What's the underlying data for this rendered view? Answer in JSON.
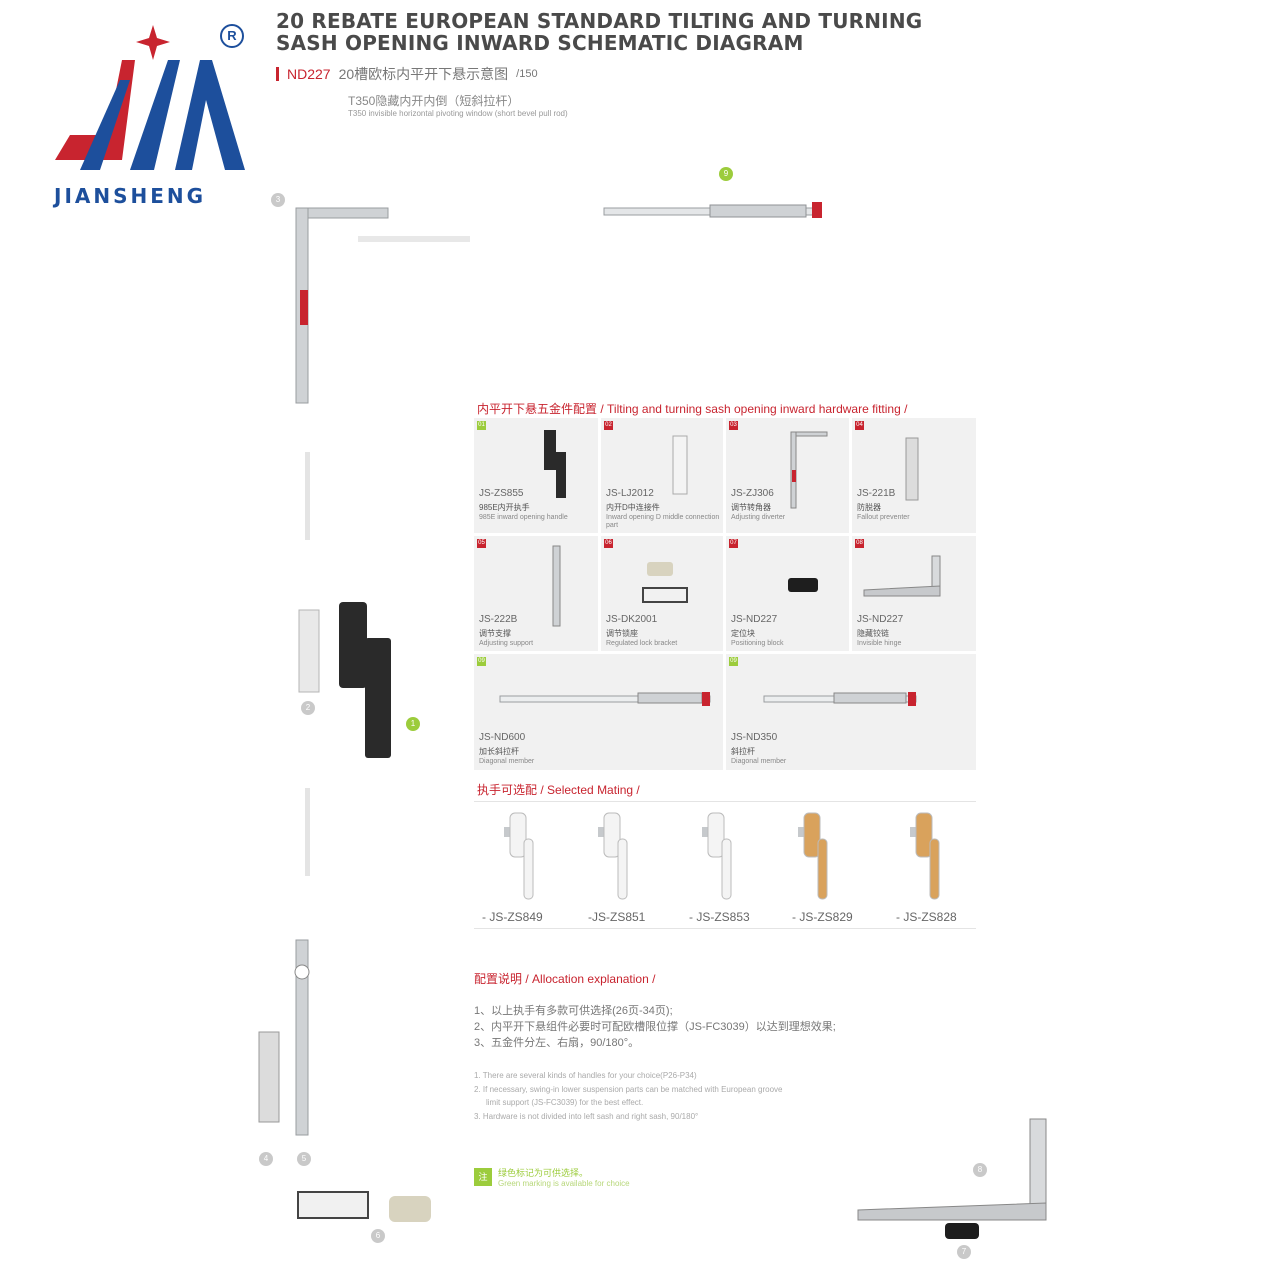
{
  "brand": {
    "name": "JIANSHENG",
    "registered": "R"
  },
  "title_line1": "20 REBATE EUROPEAN STANDARD TILTING AND TURNING",
  "title_line2": "SASH OPENING INWARD SCHEMATIC DIAGRAM",
  "code": "ND227",
  "code_desc_cn": "20槽欧标内平开下悬示意图",
  "code_suffix": "/150",
  "subtitle_cn": "T350隐藏内开内倒（短斜拉杆）",
  "subtitle_en": "T350 invisible horizontal pivoting window (short bevel pull rod)",
  "diagram_numbers": [
    "1",
    "2",
    "3",
    "4",
    "5",
    "6",
    "7",
    "8",
    "9"
  ],
  "fitting_section": {
    "title_cn": "内平开下悬五金件配置",
    "title_en": "Tilting and turning sash opening inward hardware fitting",
    "items": [
      {
        "num": "01",
        "model": "JS-ZS855",
        "cn": "985E内开执手",
        "en": "985E inward opening handle"
      },
      {
        "num": "02",
        "model": "JS-LJ2012",
        "cn": "内开D中连接件",
        "en": "Inward opening D middle connection part"
      },
      {
        "num": "03",
        "model": "JS-ZJ306",
        "cn": "调节转角器",
        "en": "Adjusting diverter"
      },
      {
        "num": "04",
        "model": "JS-221B",
        "cn": "防脱器",
        "en": "Fallout preventer"
      },
      {
        "num": "05",
        "model": "JS-222B",
        "cn": "调节支撑",
        "en": "Adjusting support"
      },
      {
        "num": "06",
        "model": "JS-DK2001",
        "cn": "调节锁座",
        "en": "Regulated lock bracket"
      },
      {
        "num": "07",
        "model": "JS-ND227",
        "cn": "定位块",
        "en": "Positioning block"
      },
      {
        "num": "08",
        "model": "JS-ND227",
        "cn": "隐藏铰链",
        "en": "Invisible hinge"
      },
      {
        "num": "09",
        "model": "JS-ND600",
        "cn": "加长斜拉杆",
        "en": "Diagonal member"
      },
      {
        "num": "09",
        "model": "JS-ND350",
        "cn": "斜拉杆",
        "en": "Diagonal member"
      }
    ]
  },
  "mating_section": {
    "title_cn": "执手可选配",
    "title_en": "Selected Mating",
    "handles": [
      {
        "name": "- JS-ZS849",
        "color": "#f4f4f4"
      },
      {
        "name": "-JS-ZS851",
        "color": "#f4f4f4"
      },
      {
        "name": "- JS-ZS853",
        "color": "#f4f4f4"
      },
      {
        "name": "- JS-ZS829",
        "color": "#d9a25c"
      },
      {
        "name": "- JS-ZS828",
        "color": "#d9a25c"
      }
    ]
  },
  "allocation": {
    "title_cn": "配置说明",
    "title_en": "Allocation explanation",
    "cn": [
      "1、以上执手有多款可供选择(26页-34页);",
      "2、内平开下悬组件必要时可配欧槽限位撑（JS-FC3039）以达到理想效果;",
      "3、五金件分左、右扇，90/180°。"
    ],
    "en": [
      "1. There are several kinds of handles for your choice(P26-P34)",
      "2. If necessary, swing-in lower suspension parts can be matched with European groove",
      "limit support (JS-FC3039) for the best effect.",
      "3. Hardware is not divided into left sash and right sash, 90/180°"
    ]
  },
  "note": {
    "mark": "注",
    "cn": "绿色标记为可供选择。",
    "en": "Green marking is available for choice"
  },
  "colors": {
    "accent": "#c8242f",
    "brand_blue": "#1d4f9c",
    "green": "#9ccc3c",
    "metal": "#c6c9cc",
    "dark": "#2a2a2a"
  }
}
